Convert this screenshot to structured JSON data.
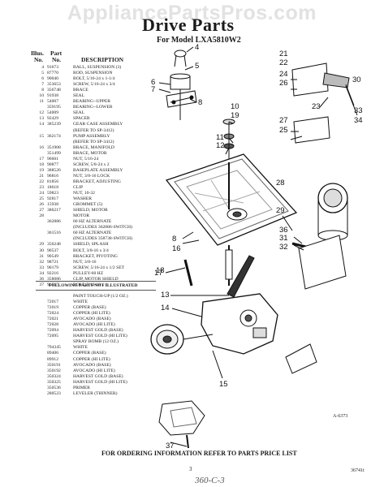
{
  "watermark": "AppliancePartsPros.com",
  "title": "Drive Parts",
  "subtitle": "For Model LXA5810W2",
  "columns": {
    "illus_1": "Illus.",
    "illus_2": "No.",
    "part_1": "Part",
    "part_2": "No.",
    "description": "DESCRIPTION"
  },
  "parts": [
    {
      "no": "4",
      "part": "91673",
      "desc": "BALL, SUSPENSION (3)"
    },
    {
      "no": "5",
      "part": "87770",
      "desc": "ROD, SUSPENSION"
    },
    {
      "no": "6",
      "part": "90040",
      "desc": "BOLT, 5/16-24 x 1-1/4"
    },
    {
      "no": "7",
      "part": "353653",
      "desc": "SCREW, 5/16-24 x 3/4"
    },
    {
      "no": "8",
      "part": "356748",
      "desc": "BRACE"
    },
    {
      "no": "10",
      "part": "91938",
      "desc": "SEAL"
    },
    {
      "no": "11",
      "part": "54007",
      "desc": "BEARING--UPPER"
    },
    {
      "no": "",
      "part": "359195",
      "desc": "BEARING--LOWER"
    },
    {
      "no": "12",
      "part": "54009",
      "desc": "SEAL"
    },
    {
      "no": "13",
      "part": "92429",
      "desc": "SPACER"
    },
    {
      "no": "14",
      "part": "385239",
      "desc": "GEAR CASE ASSEMBLY"
    },
    {
      "no": "",
      "part": "",
      "desc": "(REFER TO SP-3412)"
    },
    {
      "no": "15",
      "part": "362174",
      "desc": "PUMP ASSEMBLY"
    },
    {
      "no": "",
      "part": "",
      "desc": "(REFER TO SP-3412)"
    },
    {
      "no": "16",
      "part": "351908",
      "desc": "BRACE, MANIFOLD"
    },
    {
      "no": "",
      "part": "351499",
      "desc": "BRACE, MOTOR"
    },
    {
      "no": "17",
      "part": "96601",
      "desc": "NUT, 5/16-24"
    },
    {
      "no": "18",
      "part": "90877",
      "desc": "SCREW, 5/8-24 x 2"
    },
    {
      "no": "19",
      "part": "388526",
      "desc": "BASEPLATE ASSEMBLY"
    },
    {
      "no": "21",
      "part": "96816",
      "desc": "NUT, 3/8-16 LOCK"
    },
    {
      "no": "22",
      "part": "81856",
      "desc": "BRACKET, ADJUSTING"
    },
    {
      "no": "23",
      "part": "18618",
      "desc": "CLIP"
    },
    {
      "no": "24",
      "part": "59823",
      "desc": "NUT, 10-32"
    },
    {
      "no": "25",
      "part": "92817",
      "desc": "WASHER"
    },
    {
      "no": "26",
      "part": "15938",
      "desc": "GROMMET (5)"
    },
    {
      "no": "27",
      "part": "386217",
      "desc": "SHIELD, MOTOR"
    },
    {
      "no": "28",
      "part": "",
      "desc": "MOTOR"
    },
    {
      "no": "",
      "part": "362886",
      "desc": "60 HZ ALTERNATE"
    },
    {
      "no": "",
      "part": "",
      "desc": "(INCLUDES 362886-SWITCH)"
    },
    {
      "no": "",
      "part": "361516",
      "desc": "60 HZ ALTERNATE"
    },
    {
      "no": "",
      "part": "",
      "desc": "(INCLUDES 358738-SWITCH)"
    },
    {
      "no": "29",
      "part": "356248",
      "desc": "SHIELD, SPLASH"
    },
    {
      "no": "30",
      "part": "90537",
      "desc": "BOLT, 3/8-16 x 3/4"
    },
    {
      "no": "31",
      "part": "90549",
      "desc": "BRACKET, PIVOTING"
    },
    {
      "no": "32",
      "part": "98721",
      "desc": "NUT, 3/8-16"
    },
    {
      "no": "33",
      "part": "90179",
      "desc": "SCREW, 5/16-24 x 1/2 SET"
    },
    {
      "no": "34",
      "part": "92216",
      "desc": "PULLEY-60 HZ"
    },
    {
      "no": "36",
      "part": "358086",
      "desc": "CLIP, MOTOR SHIELD"
    },
    {
      "no": "37",
      "part": "96567",
      "desc": "BOLT, 5/16-18 x 1"
    }
  ],
  "not_illustrated_heading": "FOLLOWING PARTS NOT ILLUSTRATED",
  "extra_parts": [
    {
      "part": "",
      "desc": "PAINT TOUCH-UP (1/2 OZ.)"
    },
    {
      "part": "72017",
      "desc": "WHITE"
    },
    {
      "part": "72019",
      "desc": "COPPER (BASE)"
    },
    {
      "part": "72024",
      "desc": "COPPER (HI LITE)"
    },
    {
      "part": "72021",
      "desc": "AVOCADO (BASE)"
    },
    {
      "part": "72028",
      "desc": "AVOCADO (HI LITE)"
    },
    {
      "part": "72094",
      "desc": "HARVEST GOLD (BASE)"
    },
    {
      "part": "72095",
      "desc": "HARVEST GOLD (HI LITE)"
    },
    {
      "part": "",
      "desc": "SPRAY BOMB (12 OZ.)"
    },
    {
      "part": "794345",
      "desc": "WHITE"
    },
    {
      "part": "89406",
      "desc": "COPPER (BASE)"
    },
    {
      "part": "89912",
      "desc": "COPPER (HI LITE)"
    },
    {
      "part": "350191",
      "desc": "AVOCADO (BASE)"
    },
    {
      "part": "350192",
      "desc": "AVOCADO (HI LITE)"
    },
    {
      "part": "350324",
      "desc": "HARVEST GOLD (BASE)"
    },
    {
      "part": "350325",
      "desc": "HARVEST GOLD (HI LITE)"
    },
    {
      "part": "350536",
      "desc": "PRIMER"
    },
    {
      "part": "280523",
      "desc": "LEVELER (THINNER)"
    }
  ],
  "callouts": [
    "4",
    "5",
    "6",
    "7",
    "8",
    "10",
    "19",
    "11",
    "12",
    "8",
    "16",
    "18",
    "13",
    "14",
    "15",
    "17",
    "21",
    "22",
    "24",
    "26",
    "23",
    "30",
    "33",
    "34",
    "27",
    "25",
    "28",
    "29",
    "36",
    "31",
    "32",
    "17",
    "37"
  ],
  "figure_ref": "A-6373",
  "footer": "FOR ORDERING INFORMATION REFER TO PARTS PRICE LIST",
  "page_number": "3",
  "doc_code": "36741t",
  "handwritten": "360-C-3"
}
